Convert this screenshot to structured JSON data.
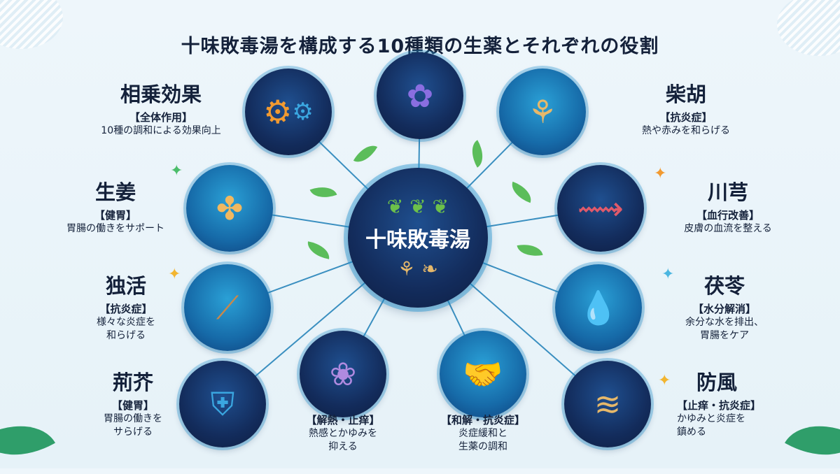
{
  "title": "十味敗毒湯を構成する10種類の生薬とそれぞれの役割",
  "center": {
    "name": "十味敗毒湯",
    "icon": "herbs-and-root-icon"
  },
  "colors": {
    "background": "#e8f3f9",
    "circle_dark": "#132c5c",
    "circle_teal": "#166aa8",
    "connector": "#3a8fc0",
    "text": "#14213a"
  },
  "nodes": [
    {
      "name": "相乗効果",
      "role": "【全体作用】",
      "desc": [
        "10種の調和による効果向上"
      ],
      "icon": "gears-icon"
    },
    {
      "name": "",
      "role": "",
      "desc": [],
      "icon": "bellflower-root-icon"
    },
    {
      "name": "柴胡",
      "role": "【抗炎症】",
      "desc": [
        "熱や赤みを和らげる"
      ],
      "icon": "bupleurum-root-icon"
    },
    {
      "name": "生姜",
      "role": "【健胃】",
      "desc": [
        "胃腸の働きをサポート"
      ],
      "icon": "ginger-icon"
    },
    {
      "name": "川芎",
      "role": "【血行改善】",
      "desc": [
        "皮膚の血流を整える"
      ],
      "icon": "blood-vessel-icon"
    },
    {
      "name": "独活",
      "role": "【抗炎症】",
      "desc": [
        "様々な炎症を",
        "和らげる"
      ],
      "icon": "root-muscle-icon"
    },
    {
      "name": "茯苓",
      "role": "【水分解消】",
      "desc": [
        "余分な水を排出、",
        "胃腸をケア"
      ],
      "icon": "mushroom-water-icon"
    },
    {
      "name": "荊芥",
      "role": "【健胃】",
      "desc": [
        "胃腸の働きを",
        "サらげる"
      ],
      "icon": "root-shield-icon"
    },
    {
      "name": "",
      "role": "【解熱・止痒】",
      "desc": [
        "熱感とかゆみを",
        "抑える"
      ],
      "icon": "flowering-herb-shield-icon"
    },
    {
      "name": "",
      "role": "【和解・抗炎症】",
      "desc": [
        "炎症緩和と",
        "生薬の調和"
      ],
      "icon": "licorice-handshake-icon"
    },
    {
      "name": "防風",
      "role": "【止痒・抗炎症】",
      "desc": [
        "かゆみと炎症を",
        "鎮める"
      ],
      "icon": "root-wind-hand-icon"
    }
  ]
}
